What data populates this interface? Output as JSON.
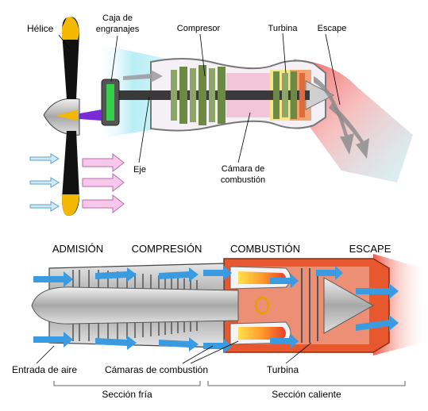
{
  "top": {
    "labels": {
      "propeller": "Hélice",
      "gearbox_line1": "Caja de",
      "gearbox_line2": "engranajes",
      "compressor": "Compresor",
      "turbine": "Turbina",
      "exhaust": "Escape",
      "shaft": "Eje",
      "combustion_line1": "Cámara de",
      "combustion_line2": "combustión"
    }
  },
  "bottom": {
    "sections": {
      "intake": "ADMISIÓN",
      "compression": "COMPRESIÓN",
      "combustion": "COMBUSTIÓN",
      "exhaust": "ESCAPE"
    },
    "labels": {
      "air_inlet": "Entrada de aire",
      "combustion_chambers": "Cámaras de combustión",
      "turbine": "Turbina"
    },
    "brackets": {
      "cold": "Sección fría",
      "hot": "Sección caliente"
    }
  },
  "colors": {
    "propeller": "#111111",
    "propeller_tip": "#f5b800",
    "compressor": "#5f7a3a",
    "combustion": "#f2c6d8",
    "turbine_hot": "#e87050",
    "exhaust_glow": "#f9a0a0",
    "intake_air": "#a0e8f0",
    "shaft": "#333333",
    "gear": "#7a2bd6",
    "jet_casing": "#e8582e",
    "jet_blue_arrow": "#2a8fd8"
  }
}
